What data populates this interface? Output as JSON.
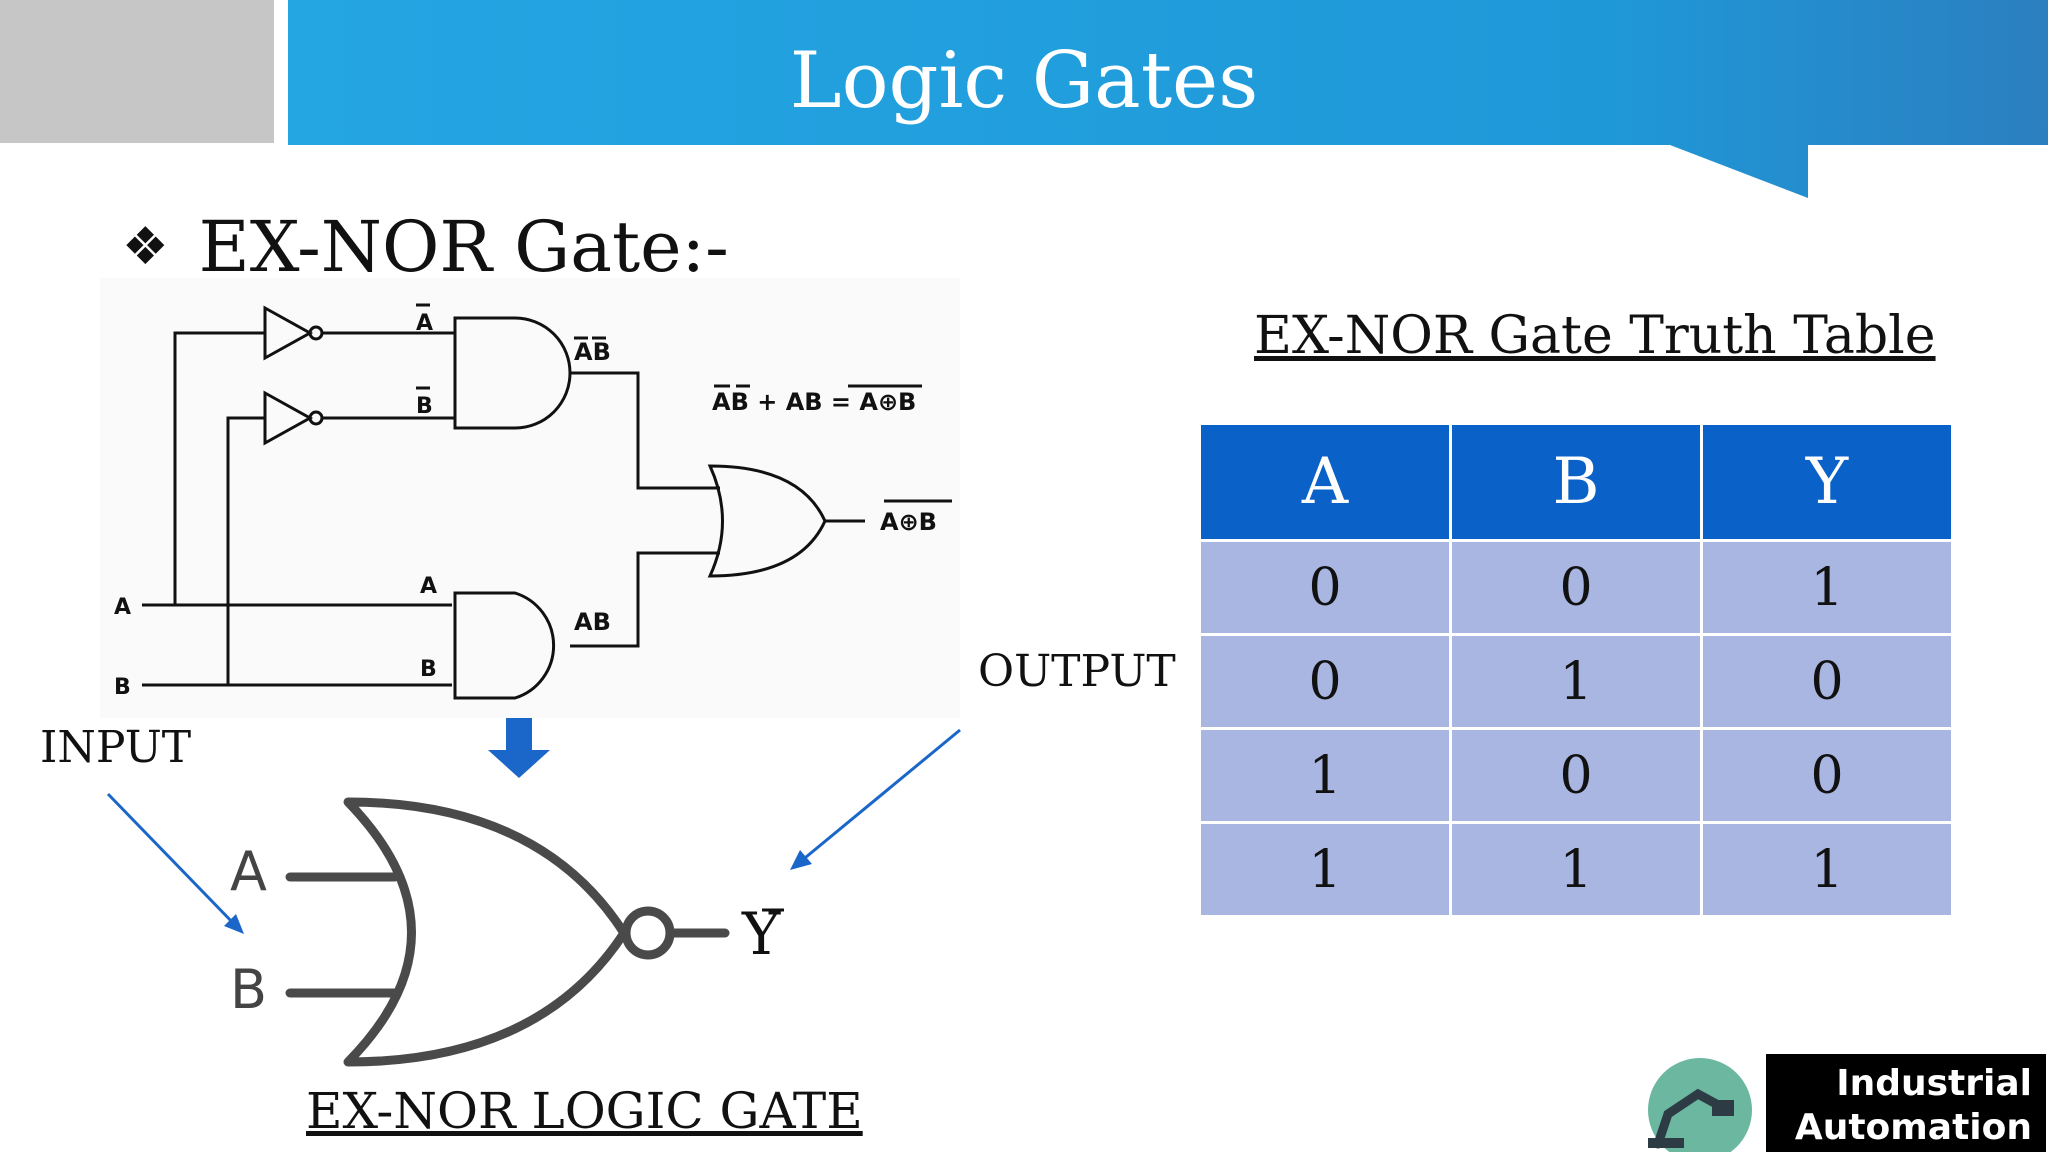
{
  "header": {
    "title": "Logic Gates"
  },
  "section": {
    "bullet_icon": "four-diamond-bullet-icon",
    "heading": "EX-NOR Gate:-"
  },
  "circuit": {
    "not_a": "A",
    "not_b": "B",
    "and1_out": "AB",
    "and2_in_a": "A",
    "and2_in_b": "B",
    "and2_out": "AB",
    "equation": "AB + AB = A⊕B",
    "or_out": "A⊕B",
    "input_a": "A",
    "input_b": "B"
  },
  "labels": {
    "input": "INPUT",
    "output": "OUTPUT"
  },
  "symbol": {
    "in_a": "A",
    "in_b": "B",
    "out": "Y",
    "caption": "EX-NOR LOGIC GATE"
  },
  "truth_table": {
    "title": "EX-NOR Gate Truth Table",
    "headers": [
      "A",
      "B",
      "Y"
    ],
    "rows": [
      [
        "0",
        "0",
        "1"
      ],
      [
        "0",
        "1",
        "0"
      ],
      [
        "1",
        "0",
        "0"
      ],
      [
        "1",
        "1",
        "1"
      ]
    ]
  },
  "logo": {
    "line1": "Industrial",
    "line2": "Automation"
  },
  "colors": {
    "header_blue": "#1f9ad9",
    "table_header": "#0a62c8",
    "table_cell": "#a9b6e1",
    "arrow_blue": "#1b66c9"
  }
}
